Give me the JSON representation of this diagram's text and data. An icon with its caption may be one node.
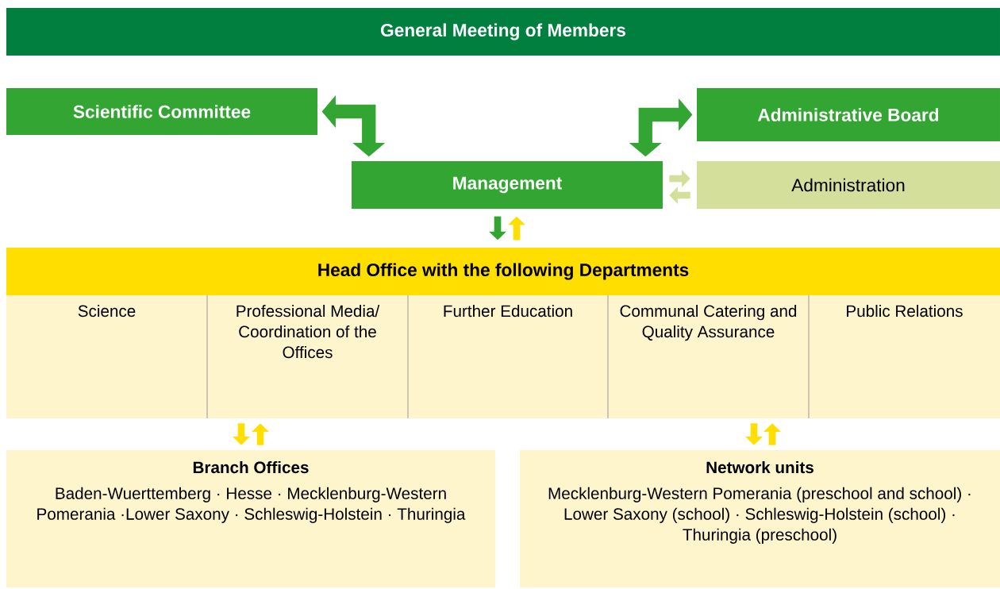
{
  "diagram": {
    "nodes": [
      {
        "text": [
          "General Meeting of Members"
        ]
      },
      {
        "text": [
          "Scientific Committee"
        ]
      },
      {
        "text": [
          "Administrative Board"
        ]
      },
      {
        "text": [
          "Management"
        ]
      },
      {
        "text": [
          "Administration"
        ]
      },
      {
        "text": [
          "Head Office with the following Departments"
        ]
      },
      {
        "text": [
          "Science"
        ]
      },
      {
        "text": [
          "Professional Media/ Coordination of the Offices"
        ]
      },
      {
        "text": [
          "Further Education"
        ]
      },
      {
        "text": [
          "Communal Catering and Quality Assurance"
        ]
      },
      {
        "text": [
          "Public Relations"
        ]
      },
      {
        "text": [
          "Branch Offices",
          "Baden-Wuerttemberg · Hesse · Mecklenburg-Western Pomerania ·Lower Saxony · Schleswig-Holstein · Thuringia"
        ]
      },
      {
        "text": [
          "Network units",
          "Mecklenburg-Western Pomerania (preschool and school) · Lower Saxony (school) · Schleswig-Holstein (school) · Thuringia (preschool)"
        ]
      }
    ],
    "edges": [
      {
        "from": 1,
        "to": 3,
        "arrow": "both",
        "style": "thick",
        "color": "#33a532"
      },
      {
        "from": 2,
        "to": 3,
        "arrow": "both",
        "style": "thick",
        "color": "#33a532"
      },
      {
        "from": 3,
        "to": 4,
        "arrow": "to",
        "color": "#d4df9c"
      },
      {
        "from": 4,
        "to": 3,
        "arrow": "to",
        "color": "#d4df9c"
      },
      {
        "from": 3,
        "to": 5,
        "arrow": "to",
        "color": "#33a532"
      },
      {
        "from": 5,
        "to": 3,
        "arrow": "to"
      },
      {
        "from": 7,
        "to": 11,
        "arrow": "to"
      },
      {
        "from": 11,
        "to": 7,
        "arrow": "to"
      },
      {
        "from": 9,
        "to": 12,
        "arrow": "to"
      },
      {
        "from": 12,
        "to": 9,
        "arrow": "to"
      }
    ]
  }
}
